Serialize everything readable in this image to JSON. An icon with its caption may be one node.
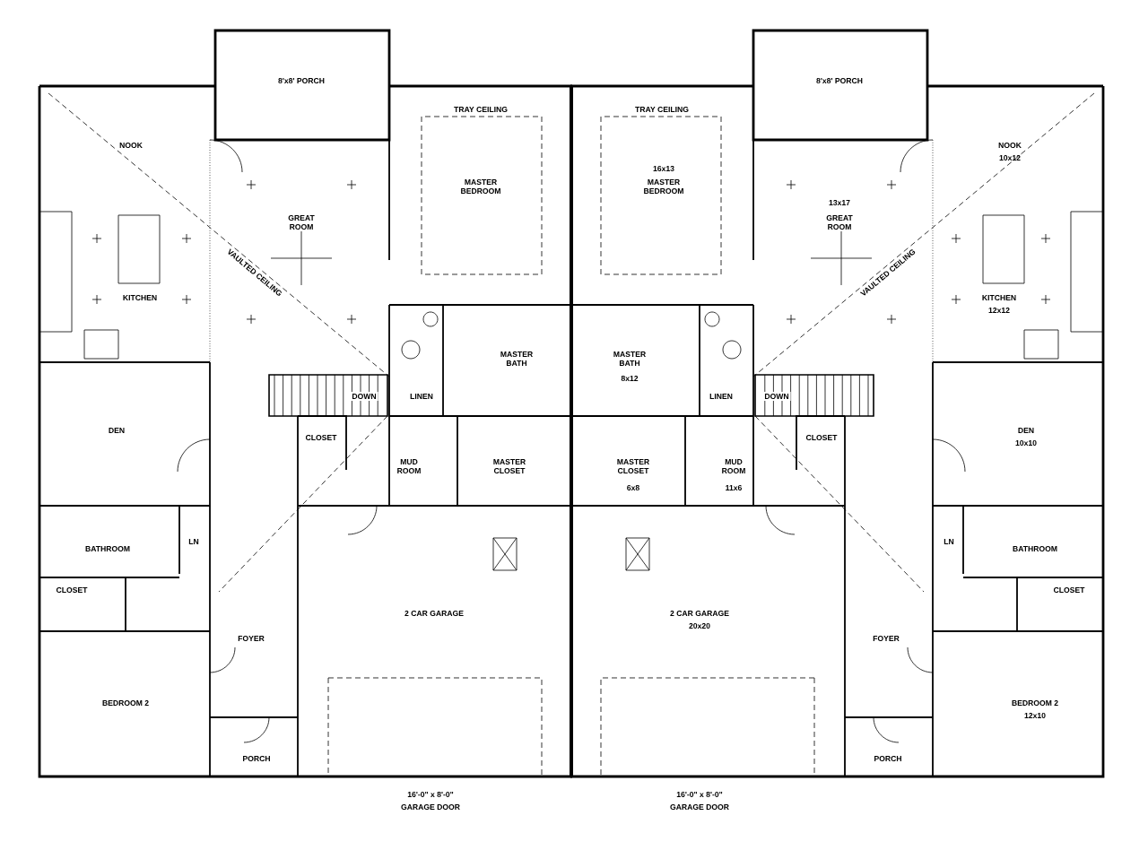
{
  "diagram": {
    "labels": [
      "8'x8' PORCH",
      "8'x8' PORCH",
      "TRAY CEILING",
      "TRAY CEILING",
      "NOOK",
      "NOOK",
      "10x12",
      "16x13",
      "MASTER BEDROOM",
      "MASTER BEDROOM",
      "13x17",
      "GREAT ROOM",
      "GREAT ROOM",
      "VAULTED CEILING",
      "VAULTED CEILING",
      "KITCHEN",
      "KITCHEN",
      "12x12",
      "MASTER BATH",
      "MASTER BATH",
      "8x12",
      "DOWN",
      "LINEN",
      "LINEN",
      "DOWN",
      "DEN",
      "DEN",
      "10x10",
      "CLOSET",
      "CLOSET",
      "MUD ROOM",
      "MASTER CLOSET",
      "MASTER CLOSET",
      "6x8",
      "MUD ROOM",
      "11x6",
      "BATHROOM",
      "LN",
      "LN",
      "BATHROOM",
      "CLOSET",
      "CLOSET",
      "2 CAR GARAGE",
      "2 CAR GARAGE",
      "20x20",
      "FOYER",
      "FOYER",
      "BEDROOM 2",
      "BEDROOM 2",
      "12x10",
      "PORCH",
      "PORCH",
      "16'-0\" x 8'-0\"",
      "16'-0\" x 8'-0\"",
      "GARAGE DOOR",
      "GARAGE DOOR"
    ]
  }
}
